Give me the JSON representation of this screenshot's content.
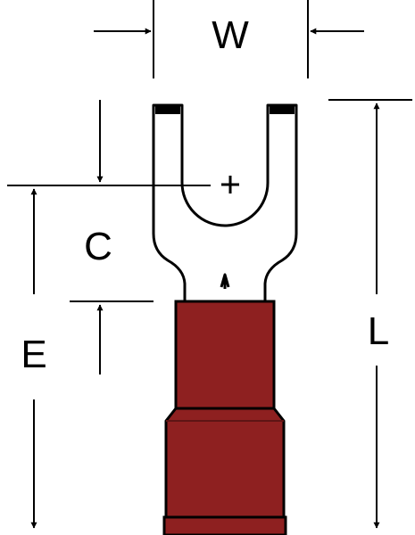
{
  "labels": {
    "width": "W",
    "center": "C",
    "edge": "E",
    "length": "L"
  },
  "colors": {
    "line": "#000000",
    "insulation": "#8e2020",
    "insulation_dark": "#5e1414",
    "metal": "#ffffff"
  }
}
